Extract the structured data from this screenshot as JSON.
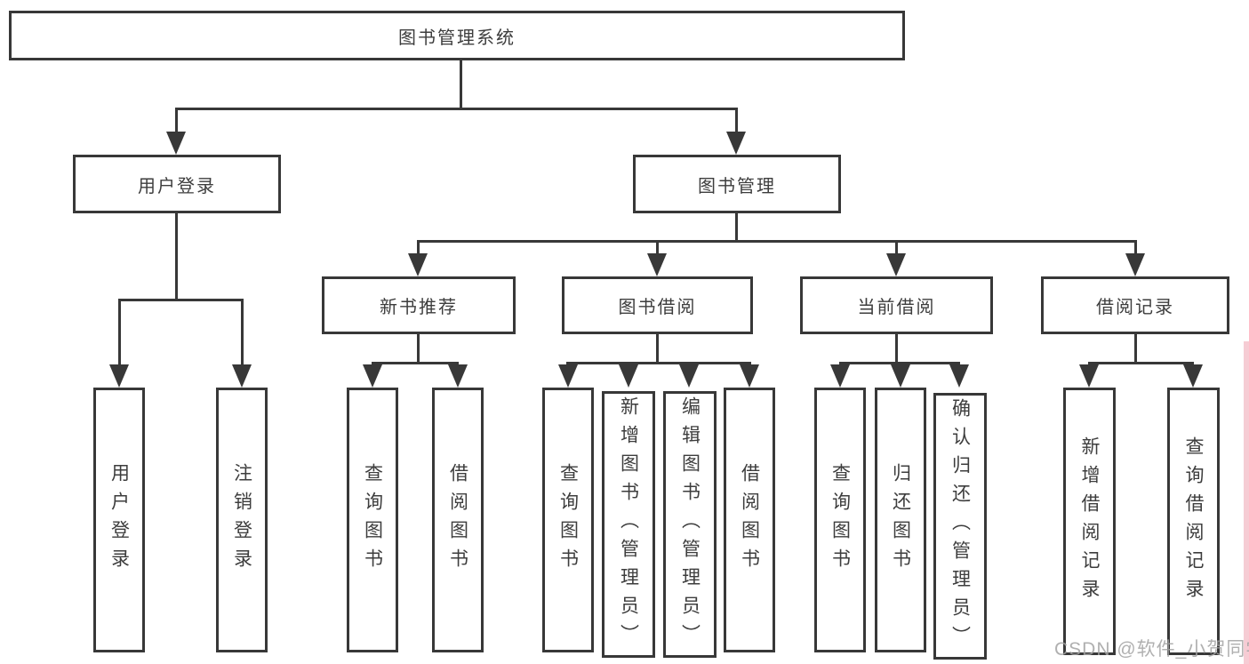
{
  "diagram": {
    "root": "图书管理系统",
    "user_login_branch": {
      "label": "用户登录",
      "children": [
        "用户登录",
        "注销登录"
      ]
    },
    "book_mgmt_branch": {
      "label": "图书管理",
      "groups": [
        {
          "label": "新书推荐",
          "children": [
            "查询图书",
            "借阅图书"
          ]
        },
        {
          "label": "图书借阅",
          "children": [
            "查询图书",
            "新增图书（管理员）",
            "编辑图书（管理员）",
            "借阅图书"
          ]
        },
        {
          "label": "当前借阅",
          "children": [
            "查询图书",
            "归还图书",
            "确认归还（管理员）"
          ]
        },
        {
          "label": "借阅记录",
          "children": [
            "新增借阅记录",
            "查询借阅记录"
          ]
        }
      ]
    }
  },
  "watermark": "CSDN @软件_小贺同学",
  "colors": {
    "line": "#383838",
    "text": "#3d3d3d",
    "watermark": "#a3a3a3",
    "edge_strip": "#f6ccd4",
    "background": "#ffffff"
  }
}
